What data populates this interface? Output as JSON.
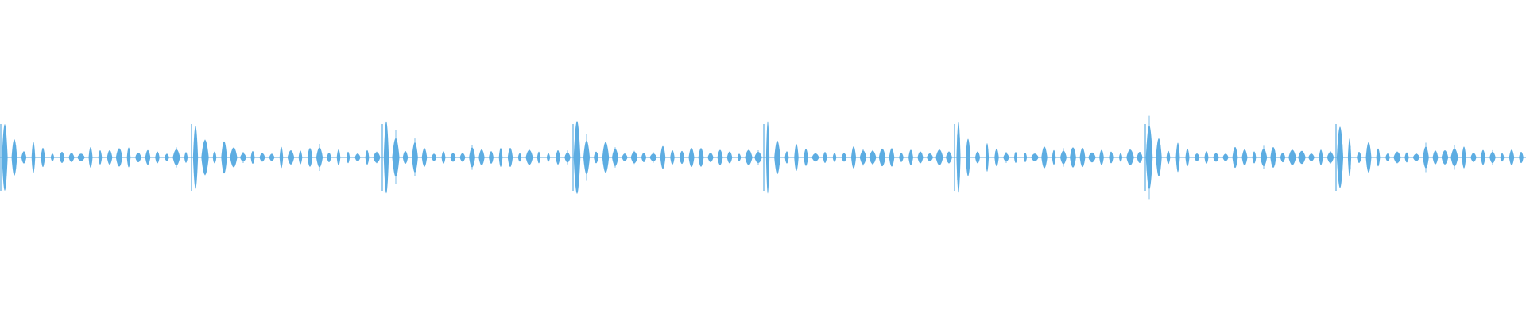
{
  "waveform": {
    "color": "#5DADE2",
    "background": "#ffffff",
    "pattern_repeats": 8,
    "segment_amplitudes": [
      1.0,
      0.55,
      0.18,
      0.45,
      0.28,
      0.12,
      0.18,
      0.14,
      0.12,
      0.32,
      0.22,
      0.2,
      0.28,
      0.3,
      0.14,
      0.22,
      0.18,
      0.12,
      0.22,
      0.16
    ]
  }
}
